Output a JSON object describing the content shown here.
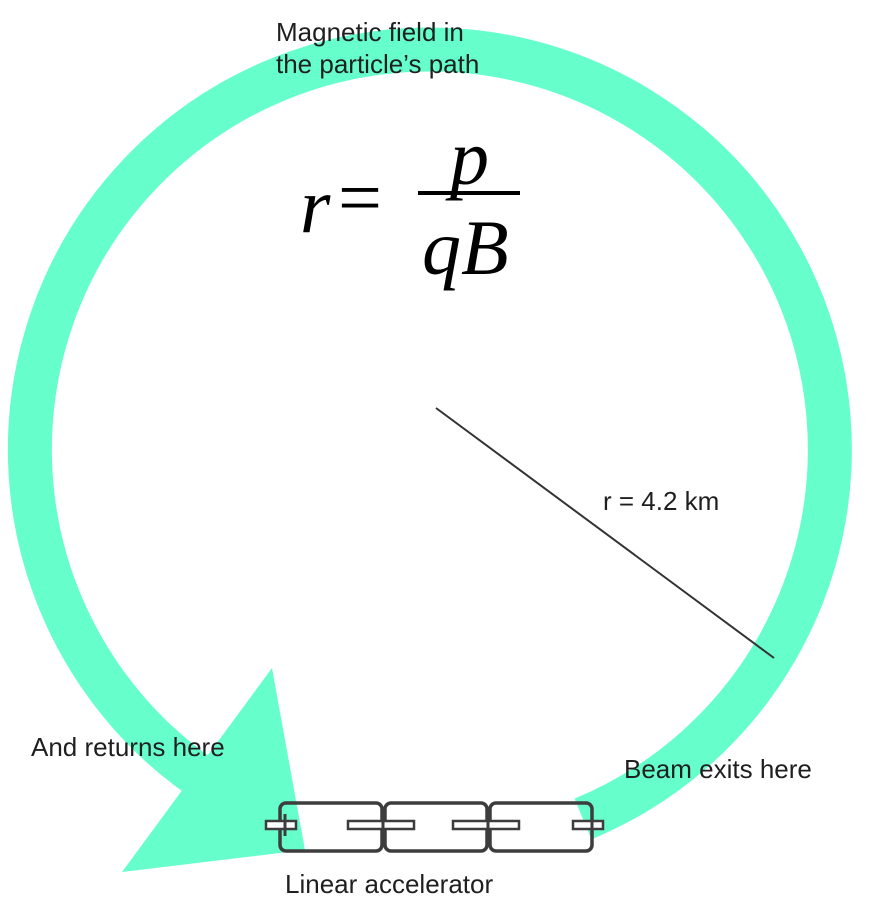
{
  "colors": {
    "ring": "#66ffcc",
    "text": "#1f1f1f",
    "accelerator_stroke": "#3d3d3d",
    "radius_line": "#333333"
  },
  "labels": {
    "magnetic_field_line1": "Magnetic field in",
    "magnetic_field_line2": "the particle’s path",
    "radius": "r = 4.2 km",
    "returns": "And returns here",
    "exits": "Beam exits here",
    "linac": "Linear accelerator"
  },
  "formula": {
    "lhs": "r",
    "equals": "=",
    "numerator": "p",
    "denominator": "qB"
  },
  "icons": {
    "ring": "circular-beam-path-arrow",
    "accelerator": "linear-accelerator-segments"
  }
}
